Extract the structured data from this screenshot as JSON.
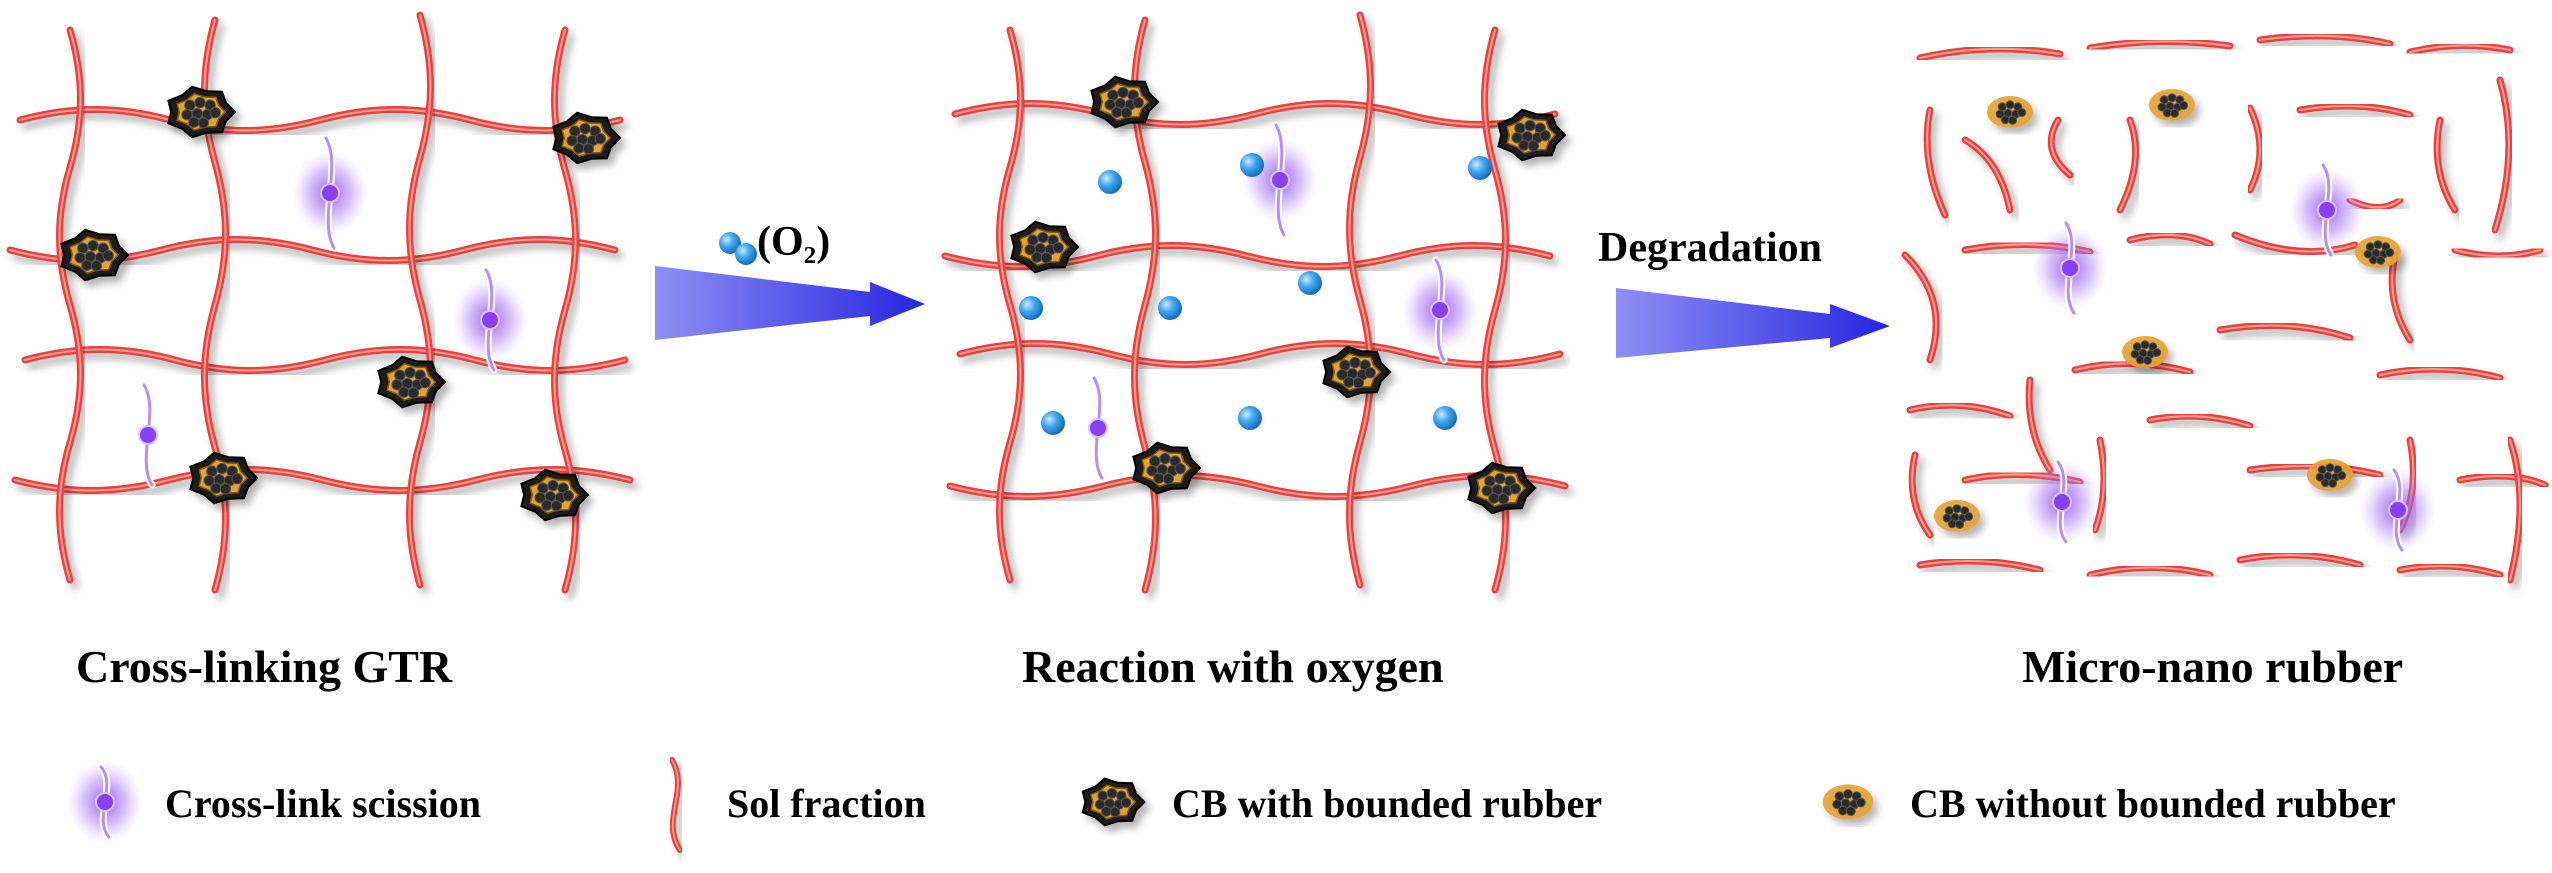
{
  "panels": {
    "p1_title": "Cross-linking GTR",
    "p2_title": "Reaction with oxygen",
    "p3_title": "Micro-nano rubber"
  },
  "arrows": {
    "oxygen_label": "(O₂)",
    "degradation_label": "Degradation"
  },
  "legend": {
    "crosslink": "Cross-link scission",
    "sol": "Sol fraction",
    "cb_bound": "CB with bounded rubber",
    "cb_free": "CB without bounded rubber"
  },
  "colors": {
    "chain": "#e8433f",
    "chain_highlight": "#ffb1a8",
    "crosslink": "#8a3ff0",
    "oxygen": "#2f9be8",
    "cb": "#1c1c1c",
    "cb_rim": "#e4a230",
    "arrow": "#3a39e8"
  }
}
